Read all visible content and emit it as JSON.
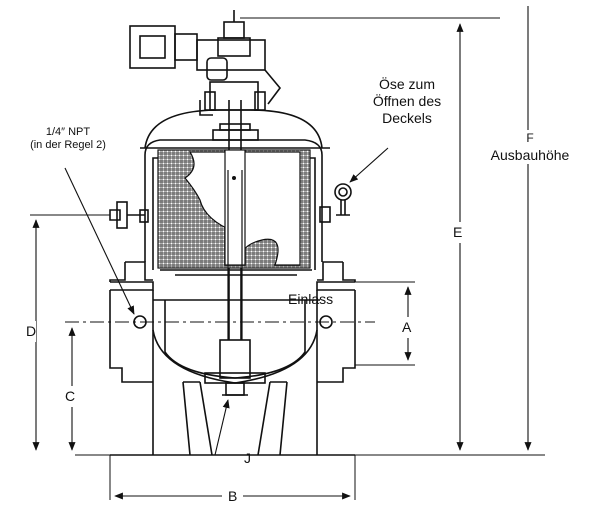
{
  "labels": {
    "npt_line1": "1/4″ NPT",
    "npt_line2": "(in der Regel 2)",
    "oese_line1": "Öse zum",
    "oese_line2": "Öffnen des",
    "oese_line3": "Deckels",
    "f_letter": "F",
    "f_text": "Ausbauhöhe",
    "e": "E",
    "a": "A",
    "b": "B",
    "c": "C",
    "d": "D",
    "j": "J",
    "inlet": "Einlass"
  },
  "colors": {
    "line": "#111111",
    "mesh": "#222222",
    "paper": "#ffffff"
  }
}
